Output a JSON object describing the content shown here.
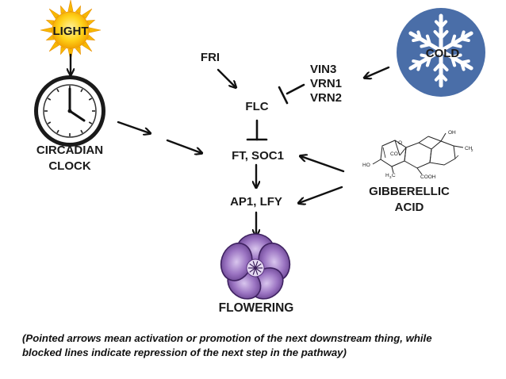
{
  "nodes": {
    "light": "LIGHT",
    "cold": "COLD",
    "fri": "FRI",
    "vin3": "VIN3",
    "vrn1": "VRN1",
    "vrn2": "VRN2",
    "flc": "FLC",
    "circadian_line1": "CIRCADIAN",
    "circadian_line2": "CLOCK",
    "ft_soc1": "FT, SOC1",
    "ap1_lfy": "AP1, LFY",
    "gibberellic_line1": "GIBBERELLIC",
    "gibberellic_line2": "ACID",
    "flowering": "FLOWERING"
  },
  "molecule_labels": {
    "oh_top": "OH",
    "ch2": "CH",
    "co": "CO",
    "ho": "HO",
    "h3c": "H",
    "cooh": "COOH"
  },
  "caption": {
    "line1": "(Pointed arrows mean activation or promotion of the next downstream thing, while",
    "line2": "blocked lines indicate repression of the next step in the pathway)"
  },
  "colors": {
    "sun": "#f5c400",
    "sun_edge": "#f09a00",
    "cold_circle": "#4a6ea8",
    "flower_petal": "#8a62b0",
    "flower_dark": "#4e2d72",
    "arrow": "#111111"
  }
}
